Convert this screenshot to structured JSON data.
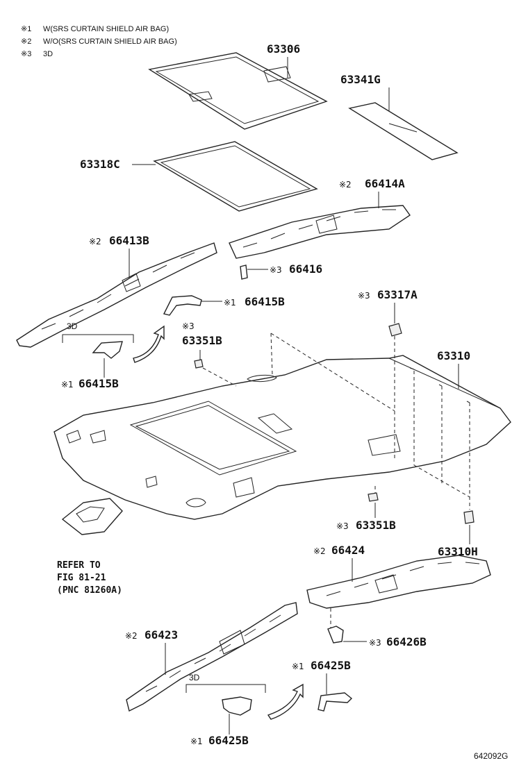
{
  "legend": [
    {
      "mark": "※1",
      "text": "W(SRS CURTAIN SHIELD AIR BAG)"
    },
    {
      "mark": "※2",
      "text": "W/O(SRS CURTAIN SHIELD AIR BAG)"
    },
    {
      "mark": "※3",
      "text": "3D"
    }
  ],
  "parts": {
    "p63306": "63306",
    "p63341g": "63341G",
    "p63318c": "63318C",
    "p66414a": "66414A",
    "p66413b": "66413B",
    "p66416": "66416",
    "p66415b_top": "66415B",
    "p63317a": "63317A",
    "p63351b_top": "63351B",
    "p63310": "63310",
    "p66415b_left": "66415B",
    "p63351b_bottom": "63351B",
    "p63310h": "63310H",
    "p66424": "66424",
    "p66423": "66423",
    "p66426b": "66426B",
    "p66425b_right": "66425B",
    "p66425b_bottom": "66425B"
  },
  "marks": {
    "m66414a": "※2",
    "m66413b": "※2",
    "m66416": "※3",
    "m66415b_top": "※1",
    "m63317a": "※3",
    "m63351b_top": "※3",
    "m66415b_left": "※1",
    "m63351b_bottom": "※3",
    "m66424": "※2",
    "m66423": "※2",
    "m66426b": "※3",
    "m66425b_right": "※1",
    "m66425b_bottom": "※1"
  },
  "sub_labels": {
    "upper_3d": "3D",
    "lower_3d": "3D"
  },
  "refer": {
    "line1": "REFER TO",
    "line2": "FIG 81-21",
    "line3": "(PNC 81260A)"
  },
  "figure_code": "642092G"
}
